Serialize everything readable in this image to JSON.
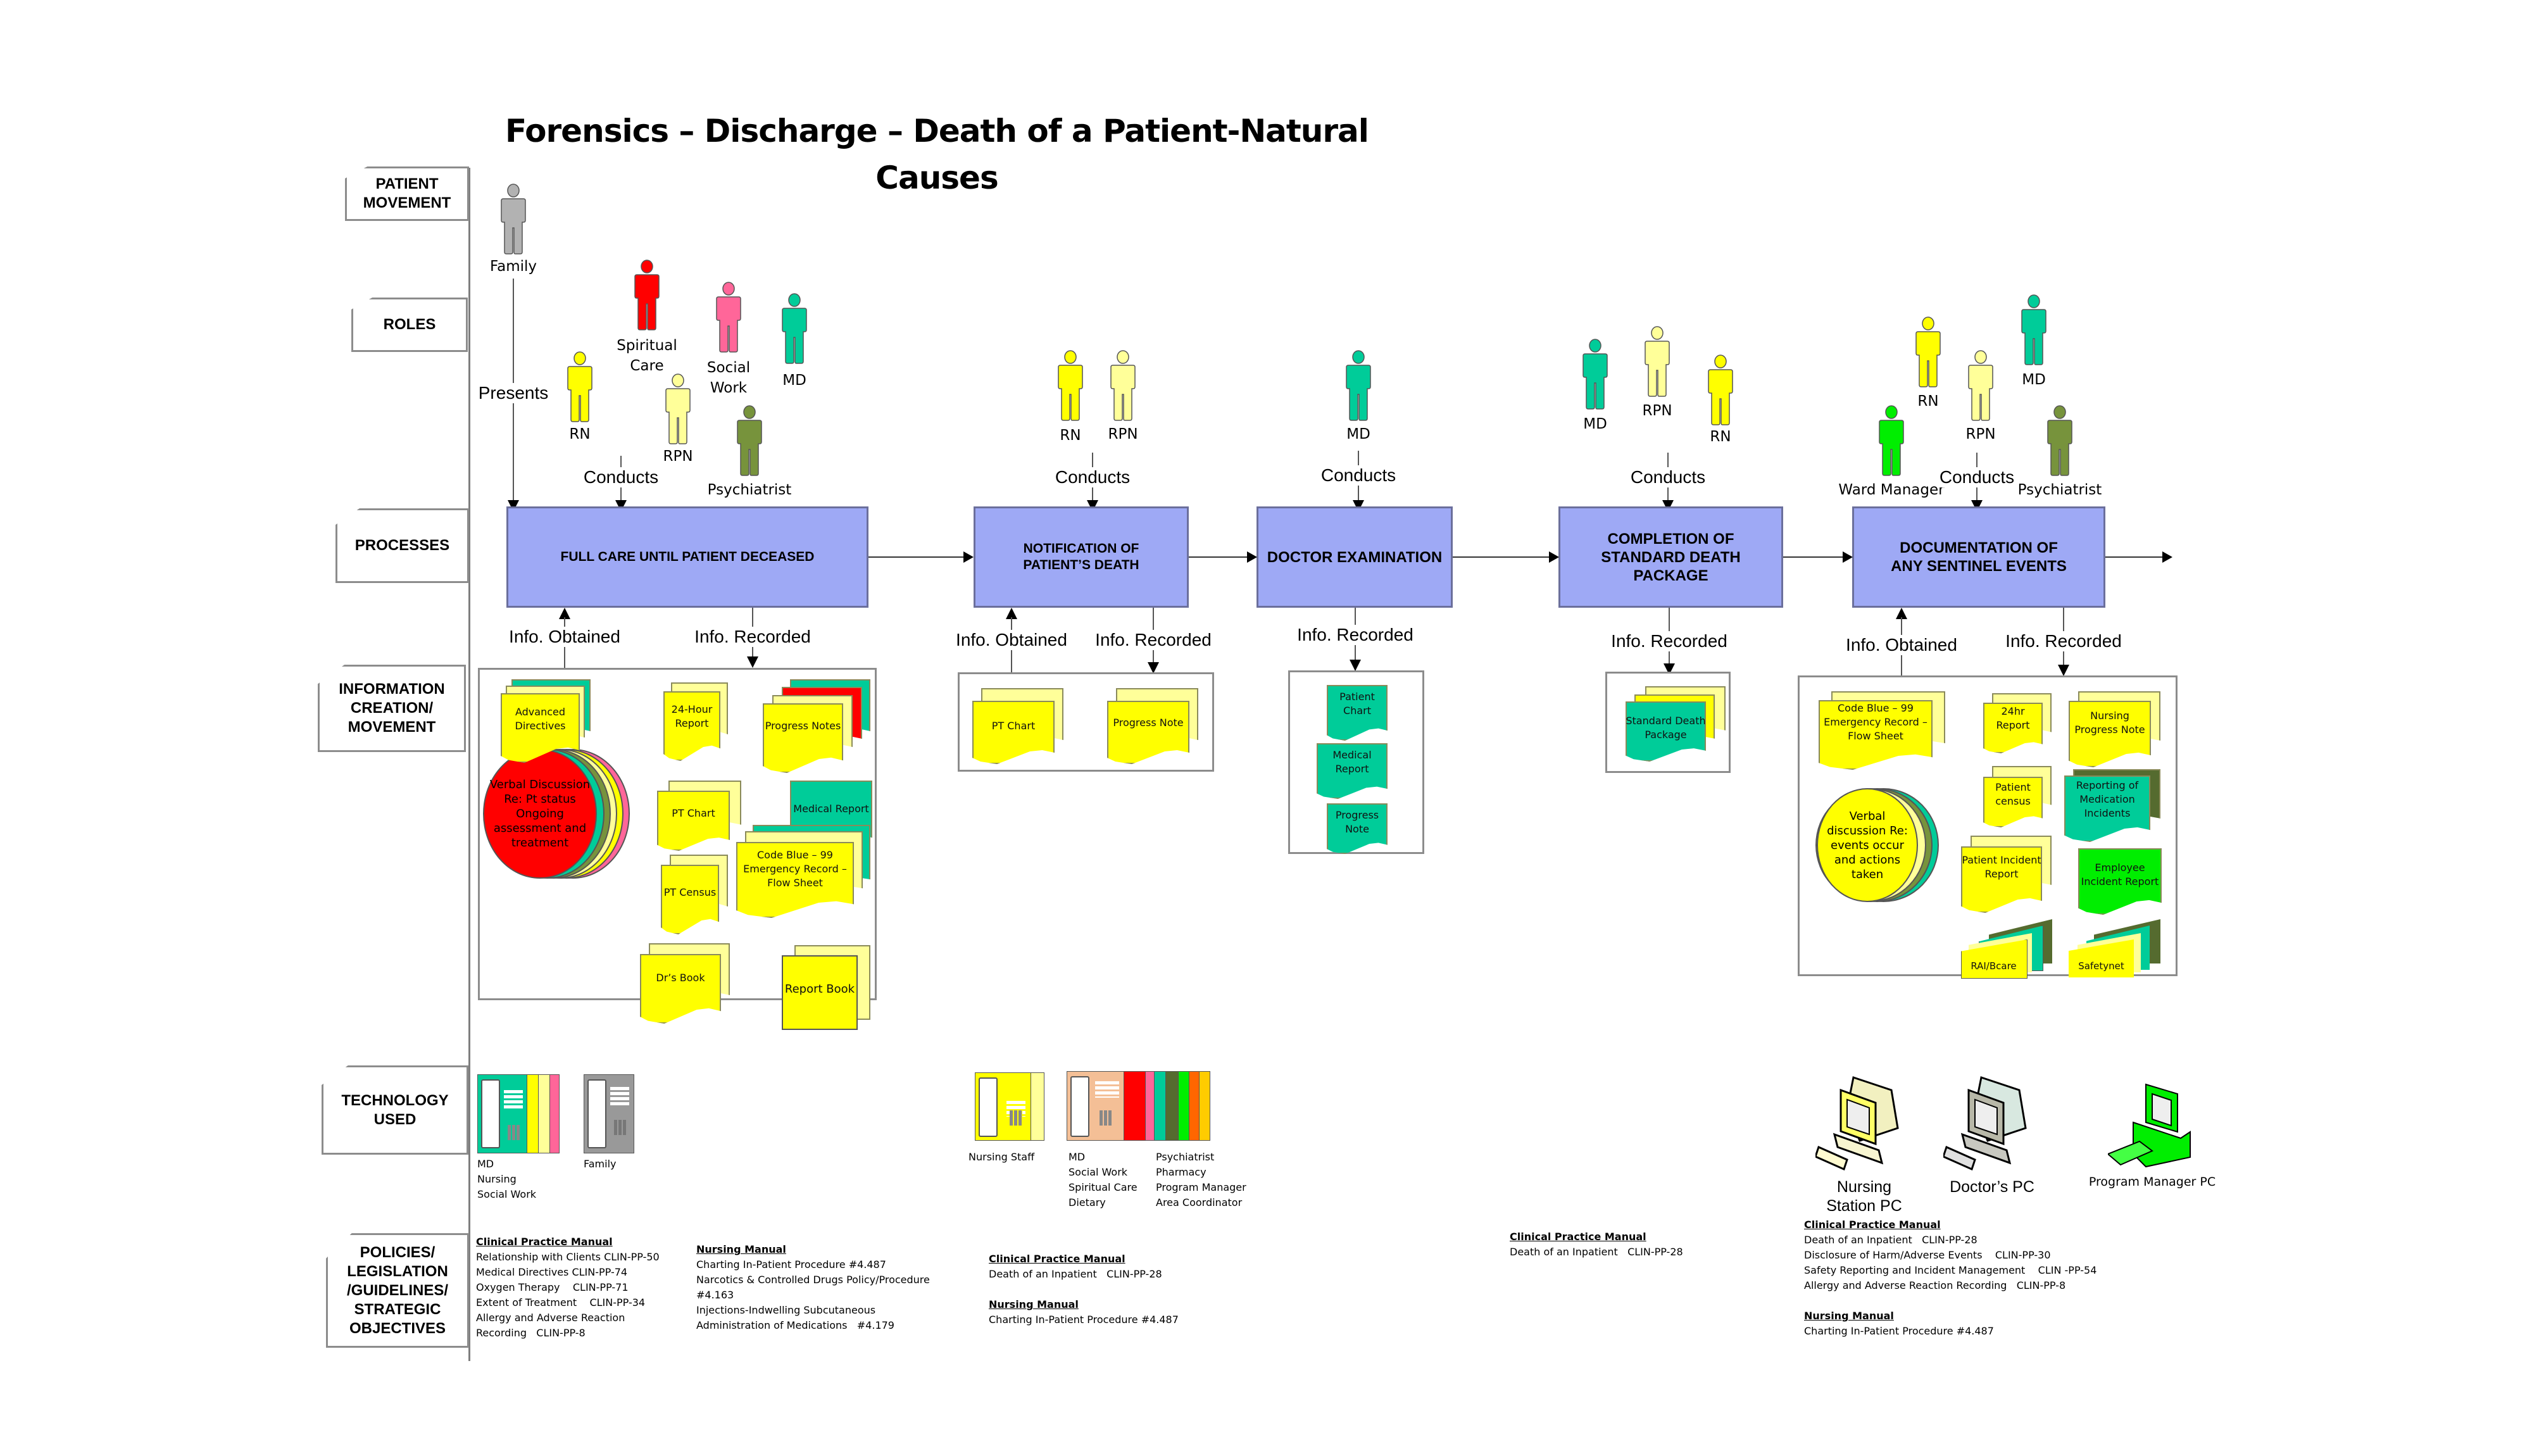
{
  "title": {
    "line1": "Forensics – Discharge – Death of a Patient-Natural",
    "line2": "Causes"
  },
  "lanes": {
    "patient_movement": "PATIENT MOVEMENT",
    "roles": "ROLES",
    "processes": "PROCESSES",
    "information": "INFORMATION CREATION/ MOVEMENT",
    "technology": "TECHNOLOGY USED",
    "policies": "POLICIES/ LEGISLATION /GUIDELINES/ STRATEGIC OBJECTIVES"
  },
  "colors": {
    "process_fill": "#9ea9f5",
    "rn": "#ffff00",
    "rpn": "#ffff99",
    "md": "#00cc99",
    "psychiatrist": "#77933c",
    "spiritual_care": "#ff0000",
    "social_work": "#ff6699",
    "family": "#b2b2b2",
    "ward_manager": "#00ee00"
  },
  "patient_movement": {
    "family_label": "Family",
    "presents_label": "Presents"
  },
  "roles": {
    "p1": [
      {
        "label": "RN",
        "color": "#ffff00"
      },
      {
        "label": "Spiritual Care",
        "color": "#ff0000"
      },
      {
        "label": "Social Work",
        "color": "#ff6699"
      },
      {
        "label": "MD",
        "color": "#00cc99"
      },
      {
        "label": "RPN",
        "color": "#ffff99"
      },
      {
        "label": "Psychiatrist",
        "color": "#77933c"
      }
    ],
    "p2": [
      {
        "label": "RN",
        "color": "#ffff00"
      },
      {
        "label": "RPN",
        "color": "#ffff99"
      }
    ],
    "p3": [
      {
        "label": "MD",
        "color": "#00cc99"
      }
    ],
    "p4": [
      {
        "label": "MD",
        "color": "#00cc99"
      },
      {
        "label": "RPN",
        "color": "#ffff99"
      },
      {
        "label": "RN",
        "color": "#ffff00"
      }
    ],
    "p5": [
      {
        "label": "RN",
        "color": "#ffff00"
      },
      {
        "label": "MD",
        "color": "#00cc99"
      },
      {
        "label": "RPN",
        "color": "#ffff99"
      },
      {
        "label": "Ward Manager",
        "color": "#00ee00"
      },
      {
        "label": "Psychiatrist",
        "color": "#77933c"
      }
    ]
  },
  "flow_labels": {
    "conducts": "Conducts",
    "info_obtained": "Info. Obtained",
    "info_recorded": "Info. Recorded"
  },
  "processes": [
    {
      "label": "FULL CARE UNTIL PATIENT DECEASED"
    },
    {
      "label": "NOTIFICATION OF PATIENT’S DEATH"
    },
    {
      "label": "DOCTOR EXAMINATION"
    },
    {
      "label": "COMPLETION OF STANDARD DEATH PACKAGE"
    },
    {
      "label": "DOCUMENTATION OF ANY SENTINEL EVENTS"
    }
  ],
  "information": {
    "p1": {
      "discussion": "Verbal Discussion Re: Pt status Ongoing assessment and treatment",
      "documents": [
        "Advanced Directives",
        "24-Hour Report",
        "Progress Notes",
        "PT Chart",
        "Medical Report",
        "PT Census",
        "Code Blue – 99 Emergency Record – Flow Sheet",
        "Dr’s Book",
        "Report Book"
      ]
    },
    "p2": {
      "documents": [
        "PT Chart",
        "Progress Note"
      ]
    },
    "p3": {
      "documents": [
        "Patient Chart",
        "Medical Report",
        "Progress Note"
      ]
    },
    "p4": {
      "documents": [
        "Standard Death Package"
      ]
    },
    "p5": {
      "discussion": "Verbal discussion Re: events occur and actions taken",
      "documents": [
        "Code Blue – 99 Emergency Record – Flow Sheet",
        "24hr Report",
        "Nursing Progress Note",
        "Patient census",
        "Reporting of Medication Incidents",
        "Patient Incident Report",
        "Employee Incident Report",
        "RAI/Bcare",
        "Safetynet"
      ]
    }
  },
  "technology": {
    "phone1_users": "MD\nNursing\nSocial Work",
    "phone2_users": "Family",
    "phone3_users": "Nursing Staff",
    "phone4_users_a": "MD\nSocial Work\nSpiritual Care\nDietary",
    "phone4_users_b": "Psychiatrist\nPharmacy\nProgram Manager\nArea Coordinator",
    "pc1": "Nursing\nStation PC",
    "pc2": "Doctor’s PC",
    "pc3": "Program Manager  PC"
  },
  "policies": {
    "col1": {
      "heading": "Clinical Practice Manual",
      "lines": "Relationship with Clients CLIN-PP-50\nMedical Directives CLIN-PP-74\nOxygen Therapy    CLIN-PP-71\nExtent of Treatment    CLIN-PP-34\nAllergy and Adverse Reaction\nRecording   CLIN-PP-8"
    },
    "col2": {
      "heading": "Nursing Manual",
      "lines": "Charting In-Patient Procedure #4.487\nNarcotics & Controlled Drugs Policy/Procedure\n#4.163\nInjections-Indwelling Subcutaneous\nAdministration of Medications   #4.179"
    },
    "col3": {
      "heading1": "Clinical Practice Manual",
      "lines1": "Death of an Inpatient   CLIN-PP-28",
      "heading2": "Nursing Manual",
      "lines2": "Charting In-Patient Procedure #4.487"
    },
    "col4": {
      "heading": "Clinical Practice Manual",
      "lines": "Death of an Inpatient   CLIN-PP-28"
    },
    "col5": {
      "heading1": "Clinical Practice Manual",
      "lines1": "Death of an Inpatient   CLIN-PP-28\nDisclosure of Harm/Adverse Events    CLIN-PP-30\nSafety Reporting and Incident Management    CLIN -PP-54\nAllergy and Adverse Reaction Recording   CLIN-PP-8",
      "heading2": "Nursing Manual",
      "lines2": "Charting In-Patient Procedure #4.487"
    }
  }
}
